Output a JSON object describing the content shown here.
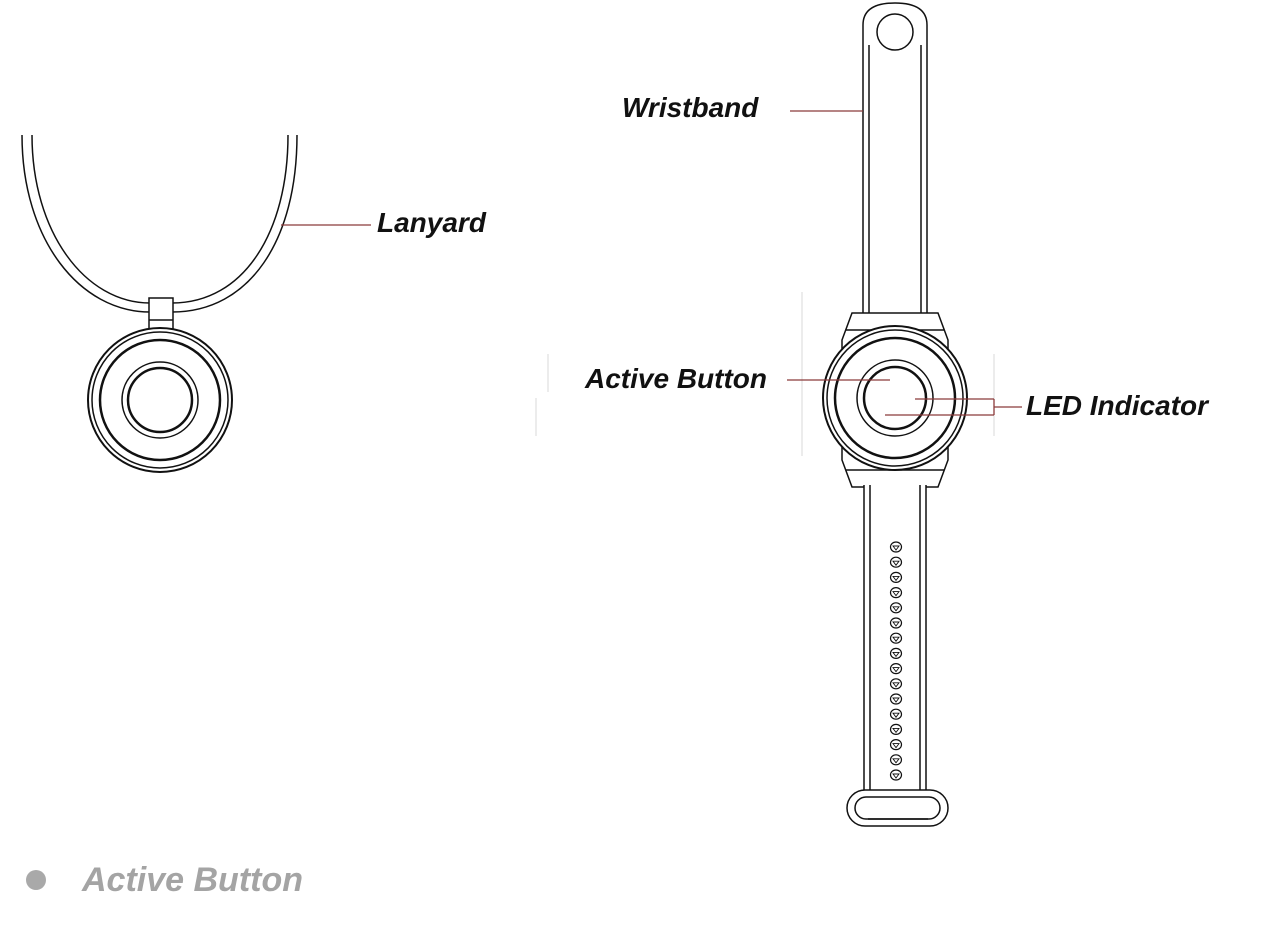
{
  "labels": {
    "wristband": "Wristband",
    "lanyard": "Lanyard",
    "active_button": "Active Button",
    "led_indicator": "LED Indicator"
  },
  "section_heading": "Active Button",
  "colors": {
    "outline": "#111111",
    "leader_line": "#8b3a3a",
    "heading_text": "#a4a4a4",
    "bullet": "#a9a9a9"
  },
  "wristband_hole_count": 16
}
